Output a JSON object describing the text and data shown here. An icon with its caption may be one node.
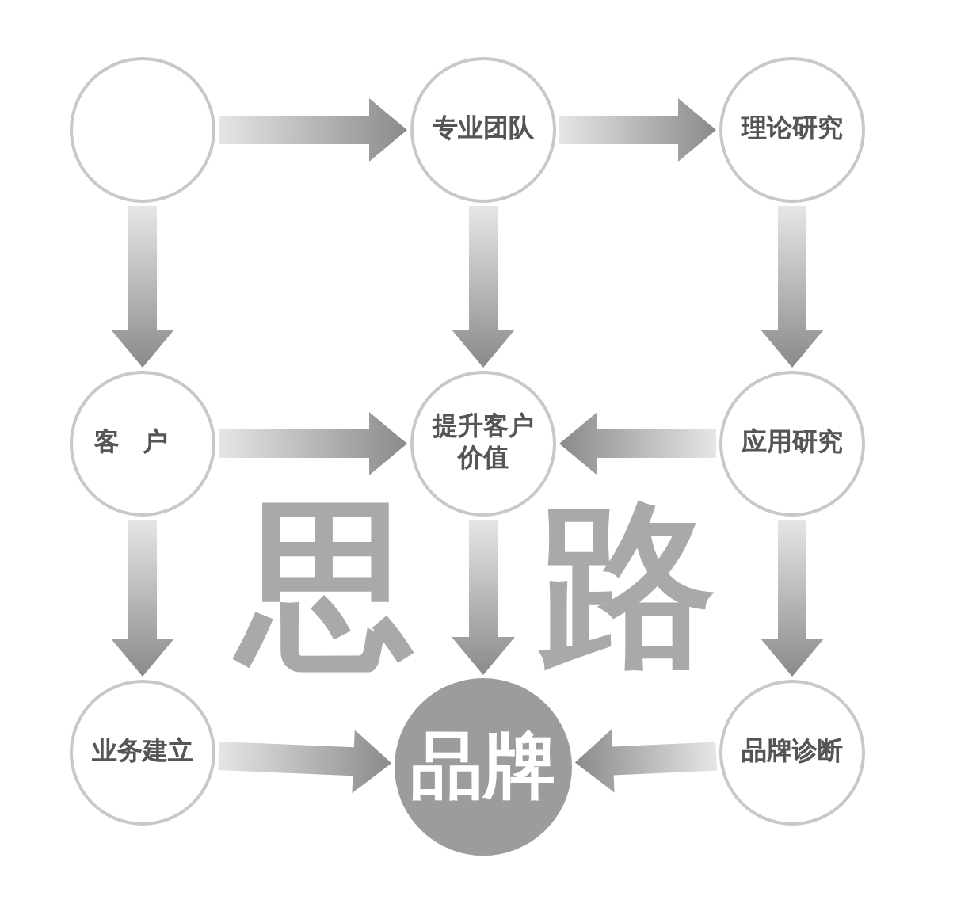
{
  "diagram": {
    "nodes": [
      {
        "text": [],
        "shape": "circle"
      },
      {
        "text": [
          "专业团队"
        ]
      },
      {
        "text": [
          "理论研究"
        ]
      },
      {
        "text": [
          "客户"
        ]
      },
      {
        "text": [
          "提升客户价值"
        ]
      },
      {
        "text": [
          "应用研究"
        ]
      },
      {
        "text": [
          "业务建立"
        ]
      },
      {
        "text": [
          "品牌"
        ]
      },
      {
        "text": [
          "品牌诊断"
        ]
      }
    ],
    "edges": [
      {
        "from": 0,
        "to": 1,
        "arrow": "to"
      },
      {
        "from": 1,
        "to": 2,
        "arrow": "to"
      },
      {
        "from": 0,
        "to": 3,
        "arrow": "to"
      },
      {
        "from": 1,
        "to": 4,
        "arrow": "to"
      },
      {
        "from": 2,
        "to": 5,
        "arrow": "to"
      },
      {
        "from": 3,
        "to": 4,
        "arrow": "to"
      },
      {
        "from": 5,
        "to": 4,
        "arrow": "to"
      },
      {
        "from": 3,
        "to": 6,
        "arrow": "to"
      },
      {
        "from": 4,
        "to": 7,
        "arrow": "to"
      },
      {
        "from": 5,
        "to": 8,
        "arrow": "to"
      },
      {
        "from": 6,
        "to": 7,
        "arrow": "to"
      },
      {
        "from": 8,
        "to": 7,
        "arrow": "to"
      }
    ],
    "labels": [
      "思路"
    ]
  }
}
